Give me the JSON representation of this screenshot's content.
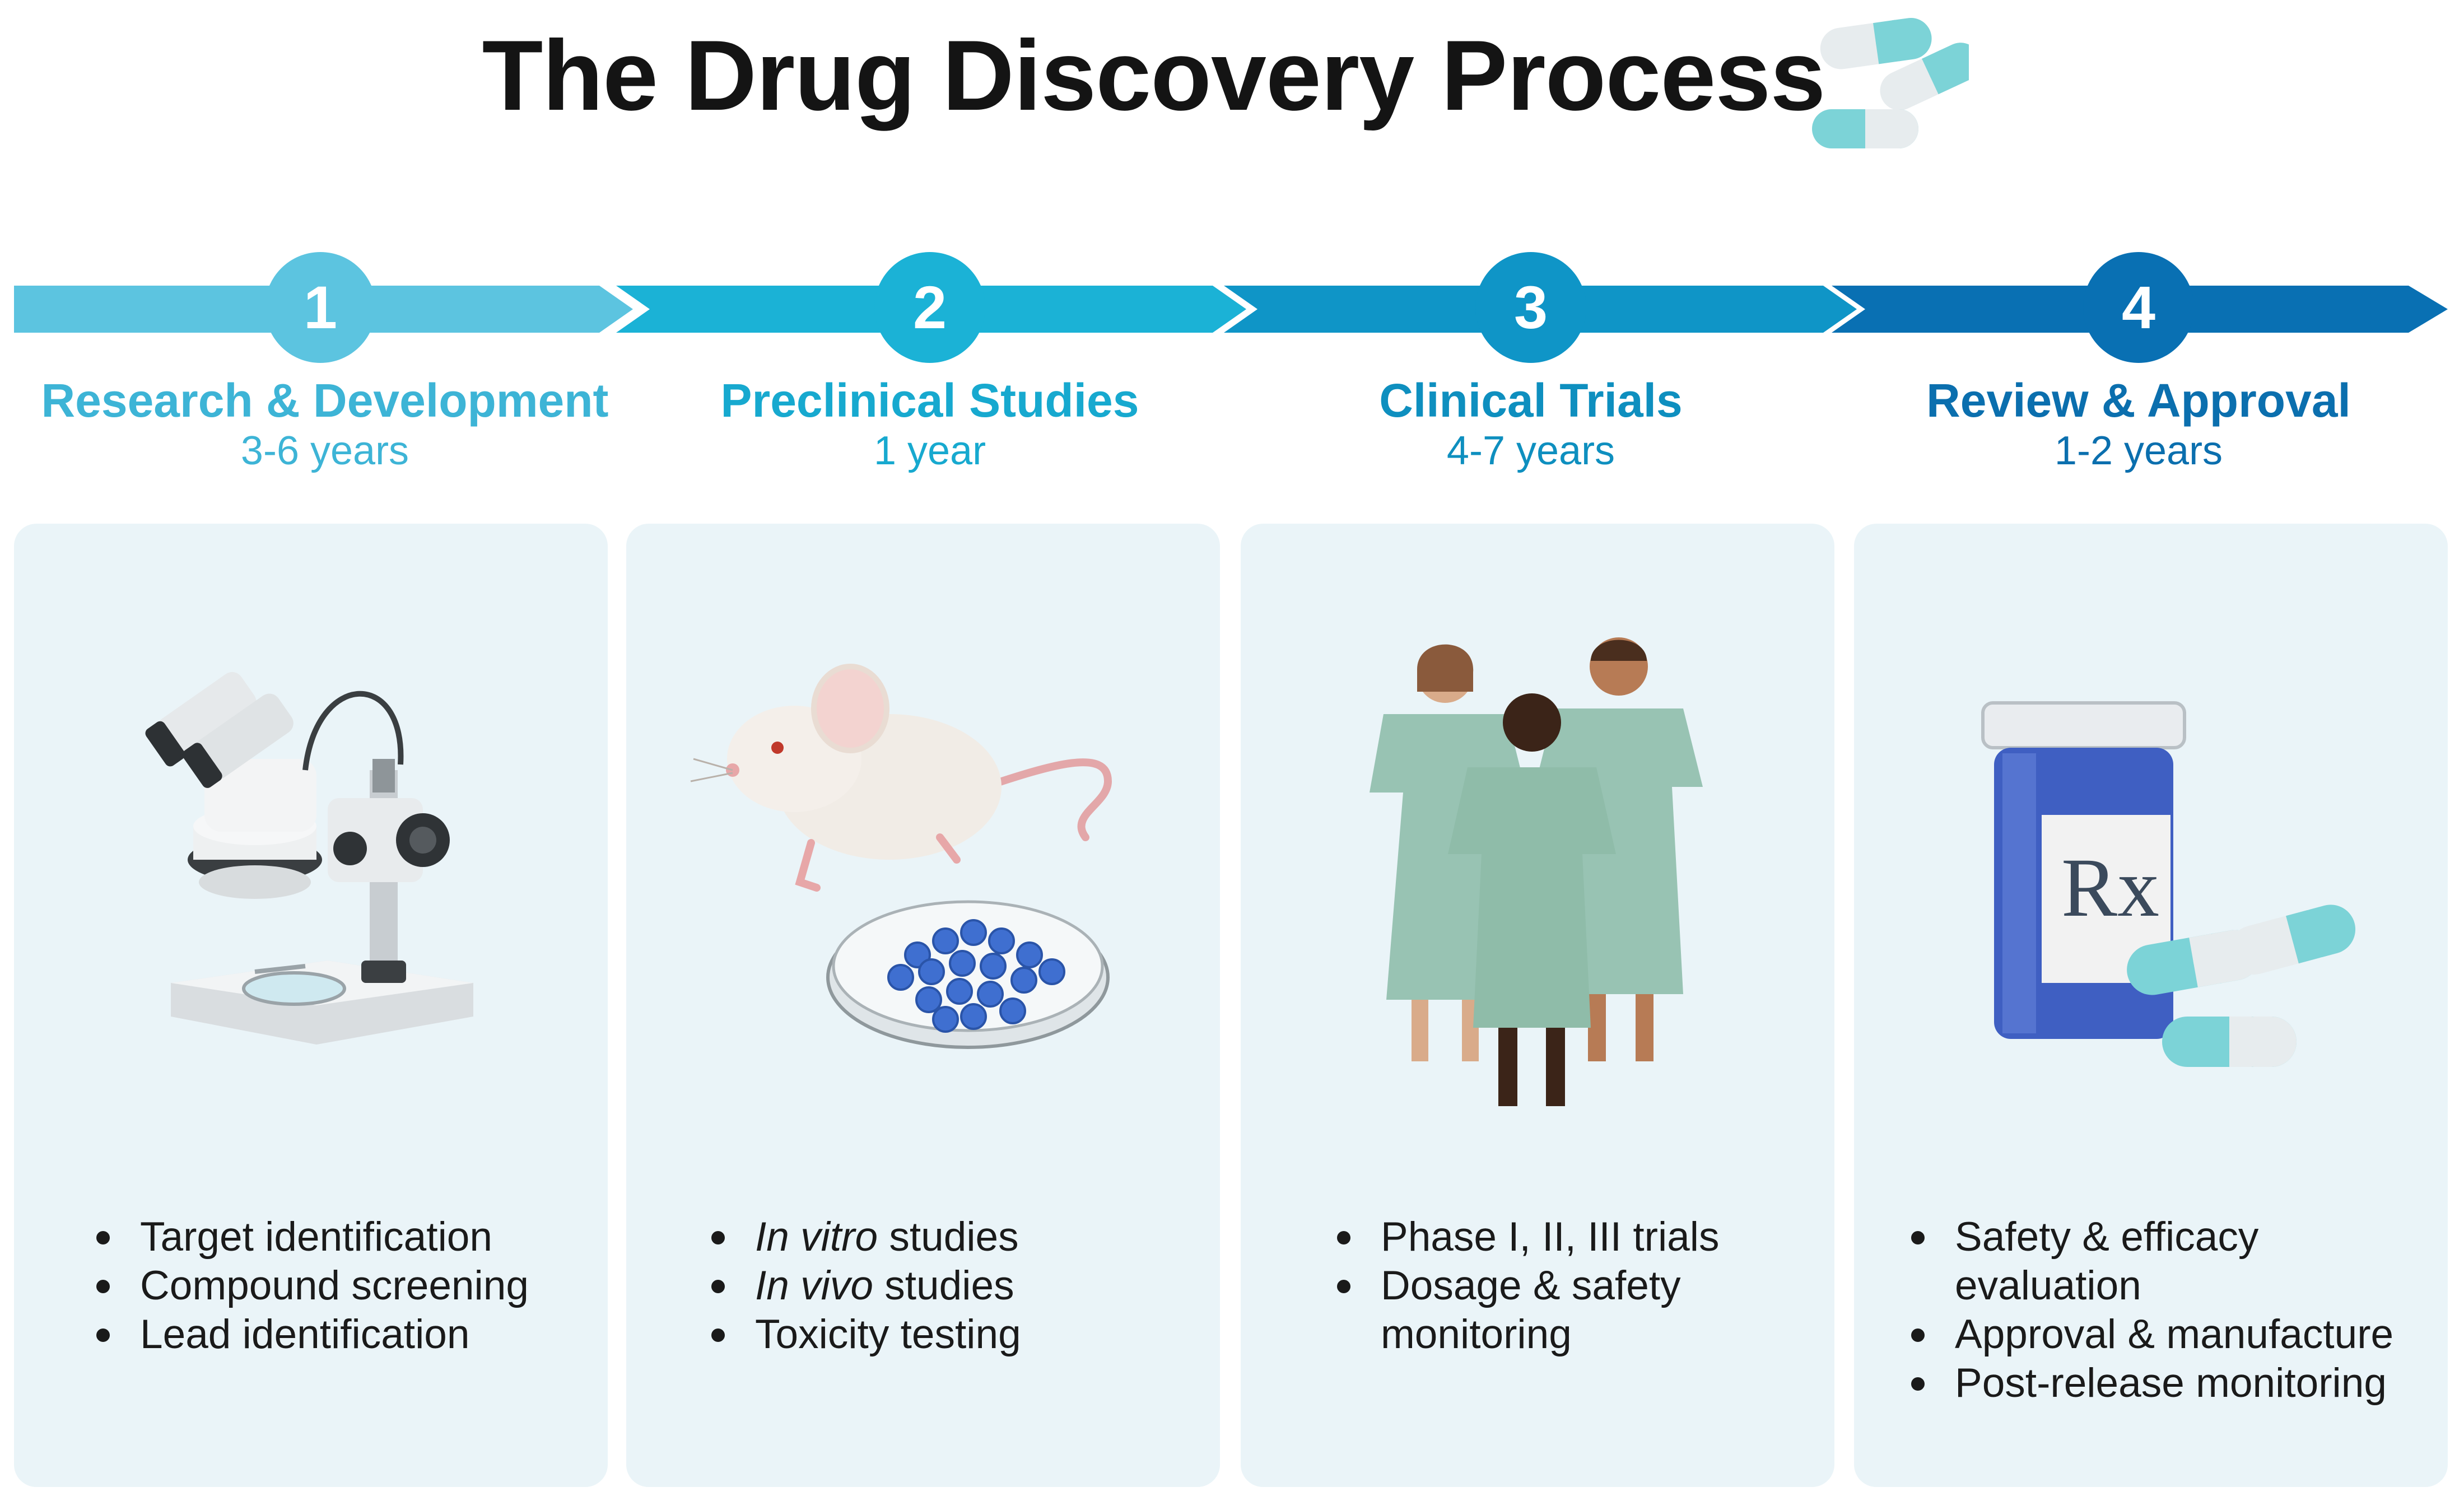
{
  "title": "The Drug Discovery Process",
  "colors": {
    "step1": "#5cc4e0",
    "step2": "#1bb2d6",
    "step3": "#0f95c7",
    "step4": "#0970b3",
    "card_bg": "#eaf4f8",
    "text": "#1a1a1a"
  },
  "steps": [
    {
      "number": "1",
      "title": "Research & Development",
      "duration": "3-6 years",
      "illustration": "microscope-icon",
      "bullets": [
        {
          "lead": "",
          "text": "Target identification"
        },
        {
          "lead": "",
          "text": "Compound screening"
        },
        {
          "lead": "",
          "text": "Lead identification"
        }
      ]
    },
    {
      "number": "2",
      "title": "Preclinical Studies",
      "duration": "1 year",
      "illustration": "mouse-petri-dish-icon",
      "bullets": [
        {
          "lead": "In vitro",
          "text": " studies"
        },
        {
          "lead": "In vivo",
          "text": " studies"
        },
        {
          "lead": "",
          "text": "Toxicity testing"
        }
      ]
    },
    {
      "number": "3",
      "title": "Clinical Trials",
      "duration": "4-7 years",
      "illustration": "patients-icon",
      "bullets": [
        {
          "lead": "",
          "text": "Phase I, II, III trials"
        },
        {
          "lead": "",
          "text": "Dosage & safety monitoring"
        }
      ]
    },
    {
      "number": "4",
      "title": "Review & Approval",
      "duration": "1-2 years",
      "illustration": "pill-bottle-icon",
      "label": "Rx",
      "bullets": [
        {
          "lead": "",
          "text": "Safety & efficacy evaluation"
        },
        {
          "lead": "",
          "text": "Approval & manufacture"
        },
        {
          "lead": "",
          "text": "Post-release monitoring"
        }
      ]
    }
  ]
}
